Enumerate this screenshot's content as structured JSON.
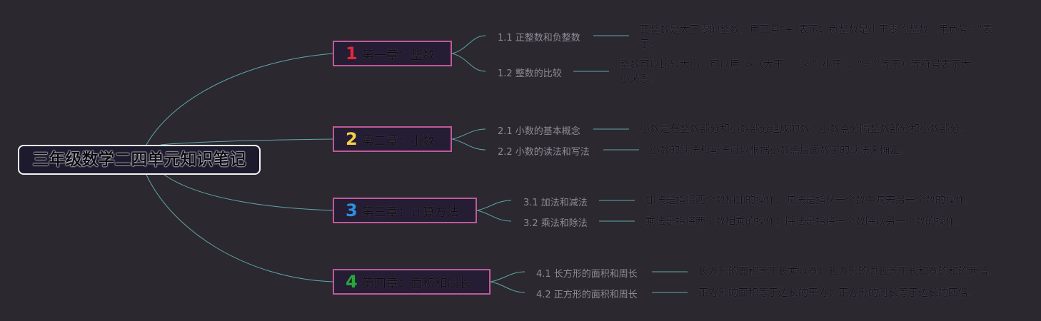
{
  "root": {
    "title": "三年级数学二四单元知识笔记"
  },
  "chapters": [
    {
      "number": "1",
      "number_color": "#e5283c",
      "title": "第一章：整数",
      "sections": [
        {
          "label": "1.1 正整数和负整数",
          "desc": "正整数是大于零的整数，用正号“+”表示；负整数是小于零的整数，用负号“-”表示。"
        },
        {
          "label": "1.2 整数的比较",
          "desc": "整数可以比较大小，可以用“>”（大于）、“<”（小于）、“=”（等于）等符号表示大小关系。"
        }
      ]
    },
    {
      "number": "2",
      "number_color": "#f2d04a",
      "title": "第二章：小数",
      "sections": [
        {
          "label": "2.1 小数的基本概念",
          "desc": "小数是有整数部分和小数部分组成的数，小数点分隔整数部分和小数部分。"
        },
        {
          "label": "2.2 小数的读法和写法",
          "desc": "小数的读法和写法可以根据小数点后面数字的读法来确定。"
        }
      ]
    },
    {
      "number": "3",
      "number_color": "#2e8fe0",
      "title": "第三章：计算方法",
      "sections": [
        {
          "label": "3.1 加法和减法",
          "desc": "加法是指将两个数相加的操作；减法是指从一个数中减去另一个数的操作。"
        },
        {
          "label": "3.2 乘法和除法",
          "desc": "乘法是指将两个数相乘的操作；除法是指将一个数除以另一个数的操作。"
        }
      ]
    },
    {
      "number": "4",
      "number_color": "#27a83a",
      "title": "第四章：面积和周长",
      "sections": [
        {
          "label": "4.1 长方形的面积和周长",
          "desc": "长方形的面积等于长乘以宽；长方形的周长等于长和宽的和的两倍。"
        },
        {
          "label": "4.2 正方形的面积和周长",
          "desc": "正方形的面积等于边长的平方；正方形的周长等于边长的四倍。"
        }
      ]
    }
  ],
  "colors": {
    "background": "#2b2830",
    "branch": "#5fa8a8",
    "chapter_border": "#c05a98",
    "root_border": "#f4f4f4"
  }
}
